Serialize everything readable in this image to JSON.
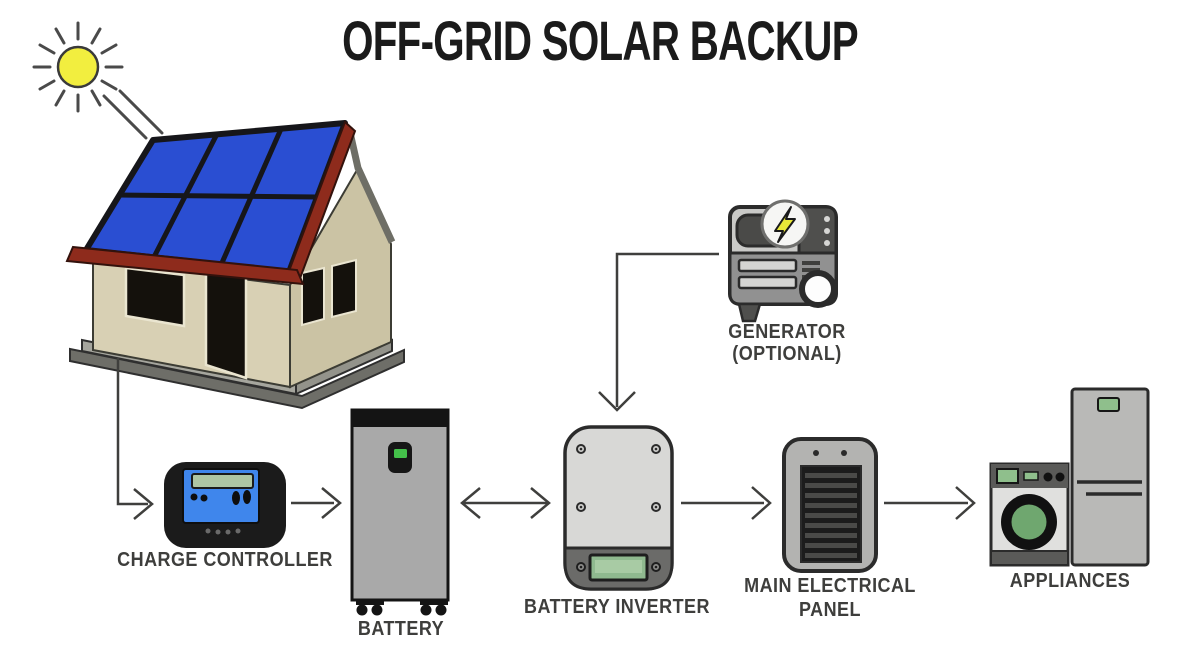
{
  "title": "OFF-GRID SOLAR BACKUP",
  "nodes": {
    "charge_controller": {
      "label": "CHARGE CONTROLLER"
    },
    "battery": {
      "label": "BATTERY"
    },
    "battery_inverter": {
      "label": "BATTERY INVERTER"
    },
    "generator": {
      "label": "GENERATOR",
      "sublabel": "(OPTIONAL)"
    },
    "main_electrical_panel": {
      "label": "MAIN ELECTRICAL",
      "sublabel": "PANEL"
    },
    "appliances": {
      "label": "APPLIANCES"
    }
  },
  "connections": [
    {
      "from": "solar-house",
      "to": "charge-controller",
      "direction": "one-way"
    },
    {
      "from": "charge-controller",
      "to": "battery",
      "direction": "one-way"
    },
    {
      "from": "battery",
      "to": "battery-inverter",
      "direction": "two-way"
    },
    {
      "from": "generator",
      "to": "battery-inverter",
      "direction": "one-way"
    },
    {
      "from": "battery-inverter",
      "to": "main-electrical-panel",
      "direction": "one-way"
    },
    {
      "from": "main-electrical-panel",
      "to": "appliances",
      "direction": "one-way"
    }
  ],
  "icons": [
    "sun-icon",
    "solar-house-icon",
    "solar-panels",
    "charge-controller-icon",
    "battery-icon",
    "battery-inverter-icon",
    "generator-icon",
    "lightning-bolt-icon",
    "main-electrical-panel-icon",
    "washing-machine-icon",
    "refrigerator-icon"
  ],
  "colors": {
    "background": "#ffffff",
    "title_text": "#1b1b1b",
    "label_text": "#3e3e3c",
    "line": "#3f3f3d",
    "solar_panel_blue": "#2a4ed2",
    "roof_trim_red": "#8e2b1c",
    "house_wall_beige": "#d8d0b4",
    "sun_yellow": "#f2ee3f",
    "controller_blue": "#3f86ec",
    "lcd_green": "#aec6a4",
    "indicator_green": "#44c04a"
  }
}
